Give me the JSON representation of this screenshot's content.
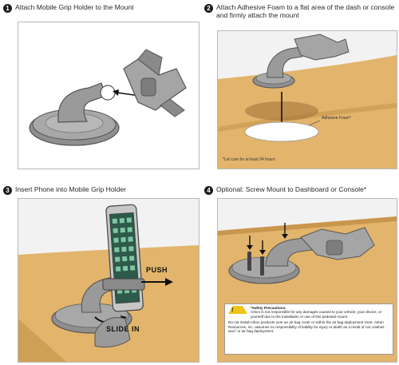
{
  "steps": [
    {
      "number": "1",
      "title": "Attach Mobile Grip Holder to the Mount"
    },
    {
      "number": "2",
      "title": "Attach Adhesive Foam to a flat area of the dash or console and firmly attach the mount"
    },
    {
      "number": "3",
      "title": "Insert Phone into Mobile Grip Holder"
    },
    {
      "number": "4",
      "title": "Optional: Screw Mount to Dashboard or Console*"
    }
  ],
  "step2_labels": {
    "adhesive_foam": "Adhesive Foam*",
    "cure_note": "*Let cure for at least 24 hours"
  },
  "step3_labels": {
    "push": "PUSH",
    "slide_in": "SLIDE IN"
  },
  "safety": {
    "heading": "*Safety Precautions:",
    "line1": "Arkon is not responsible for any damages caused to your vehicle, your device, or yourself due to the installation or use of this pedestal mount.",
    "line2": "Do not install Arkon products over an air bag cover or within the air bag deployment zone. Arkon Resources, Inc. assumes no responsibility of liability for injury or death as a result of car crashes and / or air bag deployment."
  },
  "colors": {
    "dash": "#e2b46c",
    "dash_shadow": "#c9964d",
    "mount": "#9a9a9a",
    "mount_dark": "#6e6e6e",
    "wall": "#f2f2f2",
    "caution_yellow": "#f0c419"
  }
}
